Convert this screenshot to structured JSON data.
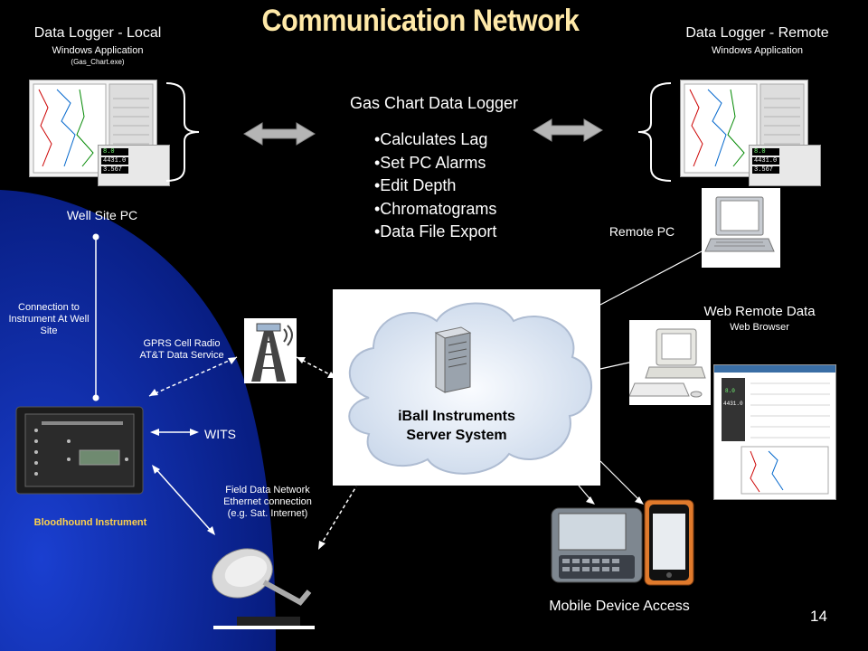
{
  "title": "Communication Network",
  "local": {
    "heading": "Data Logger - Local",
    "sub": "Windows Application",
    "exe": "(Gas_Chart.exe)",
    "pc_label": "Well Site PC",
    "readouts": [
      "8.0",
      "4431.0",
      "3.567"
    ]
  },
  "remote": {
    "heading": "Data Logger - Remote",
    "sub": "Windows Application",
    "pc_label": "Remote PC",
    "readouts": [
      "8.0",
      "4431.0",
      "3.567"
    ]
  },
  "center": {
    "heading": "Gas Chart Data Logger",
    "bullets": [
      "•Calculates Lag",
      "•Set PC Alarms",
      "•Edit Depth",
      "•Chromatograms",
      "•Data File Export"
    ]
  },
  "connection_label": "Connection to Instrument  At Well Site",
  "gprs": {
    "line1": "GPRS Cell Radio",
    "line2": "AT&T Data Service"
  },
  "wits_label": "WITS",
  "field_network": {
    "line1": "Field Data Network",
    "line2": "Ethernet connection",
    "line3": "(e.g. Sat. Internet)"
  },
  "instrument_label": "Bloodhound Instrument",
  "server": {
    "line1": "iBall Instruments",
    "line2": "Server System"
  },
  "web": {
    "heading": "Web Remote Data",
    "sub": "Web Browser"
  },
  "mobile_label": "Mobile Device Access",
  "page_number": "14",
  "colors": {
    "title": "#ffe9a8",
    "background": "#000000",
    "blue_panel": "#0a2a9a",
    "instrument_label": "#ffd24a"
  }
}
